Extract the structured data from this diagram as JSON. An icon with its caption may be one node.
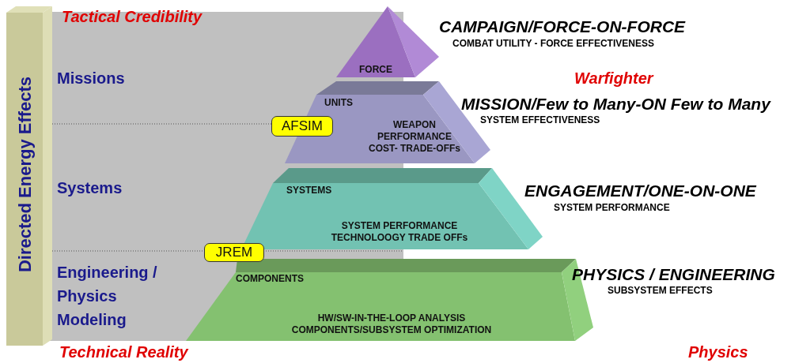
{
  "diagram": {
    "nodes": [
      {
        "text": [
          "Directed Energy Effects"
        ]
      },
      {
        "text": [
          "FORCE"
        ],
        "beside": [
          "CAMPAIGN/FORCE-ON-FORCE",
          "COMBAT UTILITY - FORCE EFFECTIVENESS"
        ]
      },
      {
        "text": [
          "UNITS",
          "WEAPON PERFORMANCE COST- TRADE-OFFs"
        ],
        "beside": [
          "MISSION/Few to Many-ON Few to Many",
          "SYSTEM EFFECTIVENESS"
        ]
      },
      {
        "text": [
          "SYSTEMS",
          "SYSTEM PERFORMANCE TECHNOLOOGY TRADE OFFs"
        ],
        "beside": [
          "ENGAGEMENT/ONE-ON-ONE",
          "SYSTEM PERFORMANCE"
        ]
      },
      {
        "text": [
          "COMPONENTS",
          "HW/SW-IN-THE-LOOP ANALYSIS COMPONENTS/SUBSYSTEM OPTIMIZATION"
        ],
        "beside": [
          "PHYSICS / ENGINEERING",
          "SUBSYSTEM EFFECTS"
        ]
      },
      {
        "text": [
          "AFSIM"
        ]
      },
      {
        "text": [
          "JREM"
        ]
      }
    ],
    "edges": [],
    "labels": [
      "Tactical Credibility",
      "Missions",
      "Warfighter",
      "Systems",
      "Engineering / Physics Modeling",
      "Technical Reality",
      "Physics"
    ]
  }
}
